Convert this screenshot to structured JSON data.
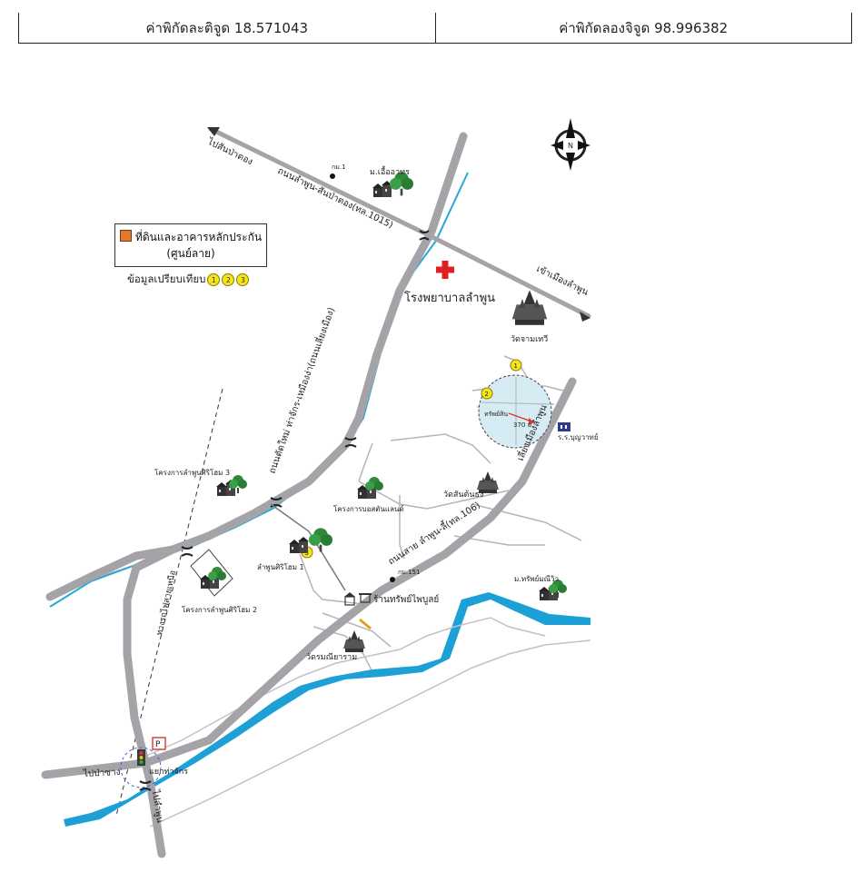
{
  "header": {
    "latitude_text": "ค่าพิกัดละติจูด 18.571043",
    "longitude_text": "ค่าพิกัดลองจิจูด 98.996382"
  },
  "legend": {
    "title_line1": "ที่ดินและอาคารหลักประกัน",
    "title_line2": "(ศูนย์ลาย)",
    "note": "ข้อมูลเปรียบเทียบ",
    "markers": [
      "1",
      "2",
      "3"
    ]
  },
  "compass": {
    "label": "N"
  },
  "labels": {
    "to_pasang": "ไปสันป่าตอง",
    "road_1015": "ถนนลำพูน-สันป่าตอง(ทล.1015)",
    "km1": "กม.1",
    "m_uea_arthorn": "ม.เอื้ออาทร",
    "to_lamphun_city": "เข้าเมืองลำพูน",
    "hospital": "โรงพยาบาลลำพูน",
    "wat_chamathewi": "วัดจามเทวี",
    "new_road": "ถนนตัดใหม่ ท่าจักร-เหมืองง่า(ถนนเลี่ยงเมือง)",
    "bypass": "เลี่ยงเมืองลำพูน",
    "school": "ร.ร.บุญวาทย์",
    "distance": "370 ม.",
    "site_label": "ทรัพย์สิน",
    "proj_srihome3": "โครงการลำพูนศิริโฮม 3",
    "proj_bo_huai": "โครงการบอสตันแลนด์",
    "wat_sanmahapon": "วัดสันต้นธง",
    "proj_srihome1": "ลำพูนศิริโฮม 1",
    "road_106": "ถนนสาย ลำพูน-ลี้(ทล.106)",
    "km151": "กม.151",
    "m_sompong": "ม.ทรัพย์มณีวิว",
    "proj_srihome2": "โครงการลำพูนศิริโฮม 2",
    "shop": "ร้านทรัพย์ไพบูลย์",
    "wat_manee": "วัดรมณียาราม",
    "railway": "ทางรถไฟสายเหนือ",
    "to_pasang2": "ไปป่าซาง",
    "junction": "แยกท่าจักร",
    "to_lamphun": "ไปลำพูน"
  },
  "colors": {
    "road": "#a3a3a8",
    "river": "#1da0d6",
    "canal": "#29a8d8",
    "hospital_cross": "#e02020",
    "site_circle": "#d6ecf4",
    "marker": "#f5e61a"
  }
}
